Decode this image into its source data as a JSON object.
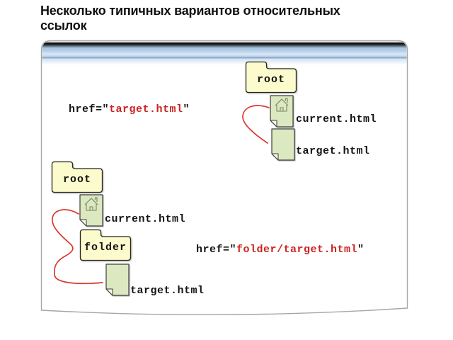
{
  "slide": {
    "title": "Несколько типичных вариантов относительных ссылок"
  },
  "tree_top": {
    "folder_label": "root",
    "current_file": "current.html",
    "target_file": "target.html"
  },
  "tree_bottom": {
    "root_label": "root",
    "folder_label": "folder",
    "current_file": "current.html",
    "target_file": "target.html"
  },
  "hrefs": {
    "top": {
      "prefix": "href=\"",
      "value": "target.html",
      "suffix": "\""
    },
    "bottom": {
      "prefix": "href=\"",
      "value": "folder/target.html",
      "suffix": "\""
    }
  },
  "icons": {
    "home": "home-icon",
    "folder": "folder-icon",
    "page": "page-icon",
    "connector": "curved-arrow-line"
  },
  "colors": {
    "accent_red": "#cc2323",
    "line_red": "#d9392f",
    "folder_fill": "#fbfbce",
    "page_fill": "#dce8c0",
    "bar_blue": "#abc7e3",
    "panel_border": "#a6a6a6",
    "text_black": "#161616"
  }
}
